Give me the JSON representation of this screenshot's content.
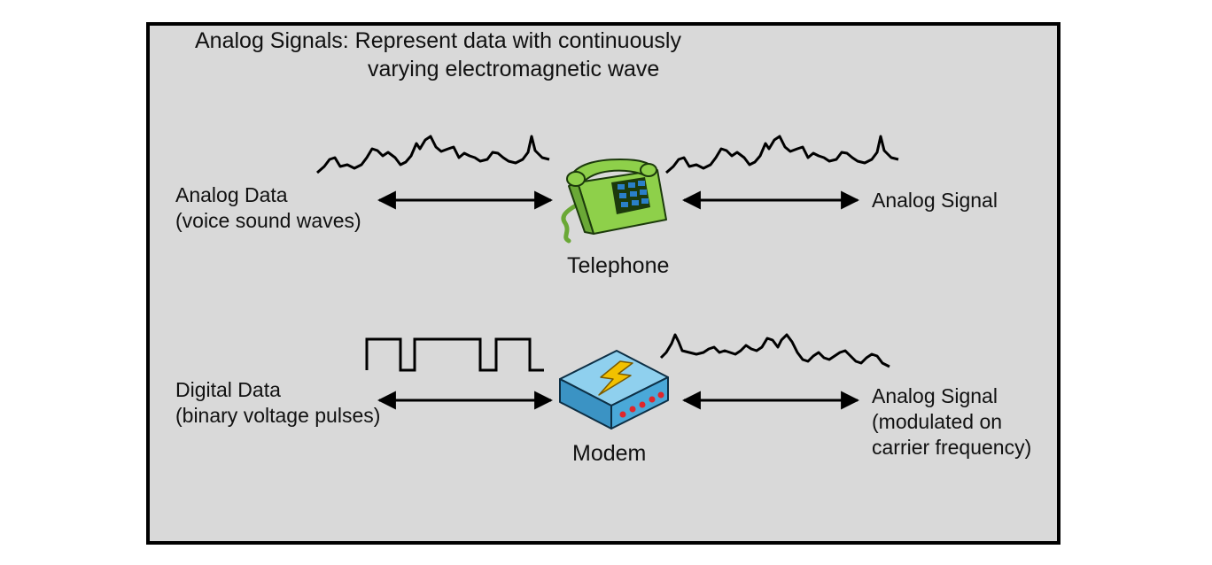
{
  "title": {
    "line1": "Analog Signals: Represent data with continuously",
    "line2": "varying electromagnetic wave"
  },
  "telephone_row": {
    "left_label_line1": "Analog Data",
    "left_label_line2": "(voice sound waves)",
    "device_label": "Telephone",
    "device_icon": "telephone-icon",
    "right_label": "Analog Signal"
  },
  "modem_row": {
    "left_label_line1": "Digital Data",
    "left_label_line2": "(binary voltage pulses)",
    "device_label": "Modem",
    "device_icon": "modem-icon",
    "right_label_line1": "Analog Signal",
    "right_label_line2": "(modulated on",
    "right_label_line3": "carrier frequency)"
  },
  "colors": {
    "panel_background": "#d9d9d9",
    "telephone": "#8ed04a",
    "telephone_keypad": "#2a7fc8",
    "modem": "#4aa8d8",
    "modem_bolt": "#f2c100",
    "modem_lights": "#e0262b"
  }
}
